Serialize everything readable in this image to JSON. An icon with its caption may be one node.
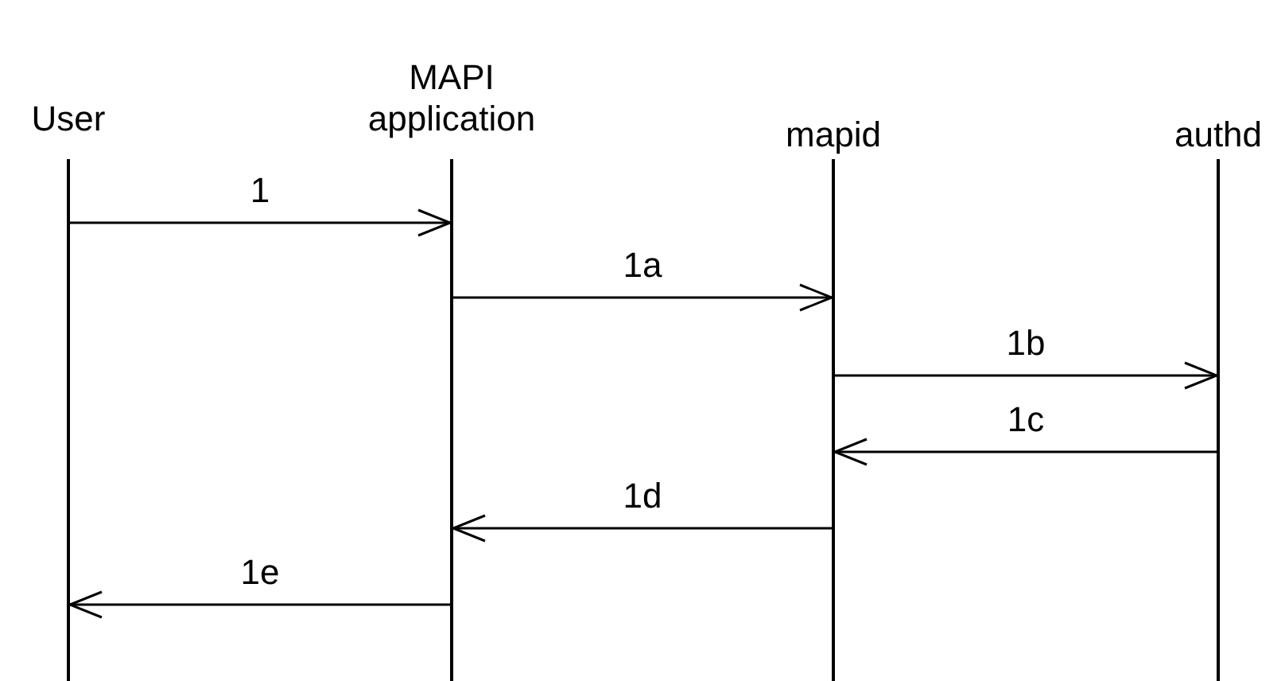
{
  "diagram": {
    "nodes": [
      {
        "text": [
          "User"
        ]
      },
      {
        "text": [
          "MAPI application"
        ]
      },
      {
        "text": [
          "mapid"
        ]
      },
      {
        "text": [
          "authd"
        ]
      }
    ],
    "edges": [
      {
        "from": 0,
        "to": 1,
        "arrow": "to",
        "label": "1"
      },
      {
        "from": 1,
        "to": 2,
        "arrow": "to",
        "label": "1a"
      },
      {
        "from": 2,
        "to": 3,
        "arrow": "to",
        "label": "1b"
      },
      {
        "from": 3,
        "to": 2,
        "arrow": "to",
        "label": "1c"
      },
      {
        "from": 2,
        "to": 1,
        "arrow": "to",
        "label": "1d"
      },
      {
        "from": 1,
        "to": 0,
        "arrow": "to",
        "label": "1e"
      }
    ]
  }
}
